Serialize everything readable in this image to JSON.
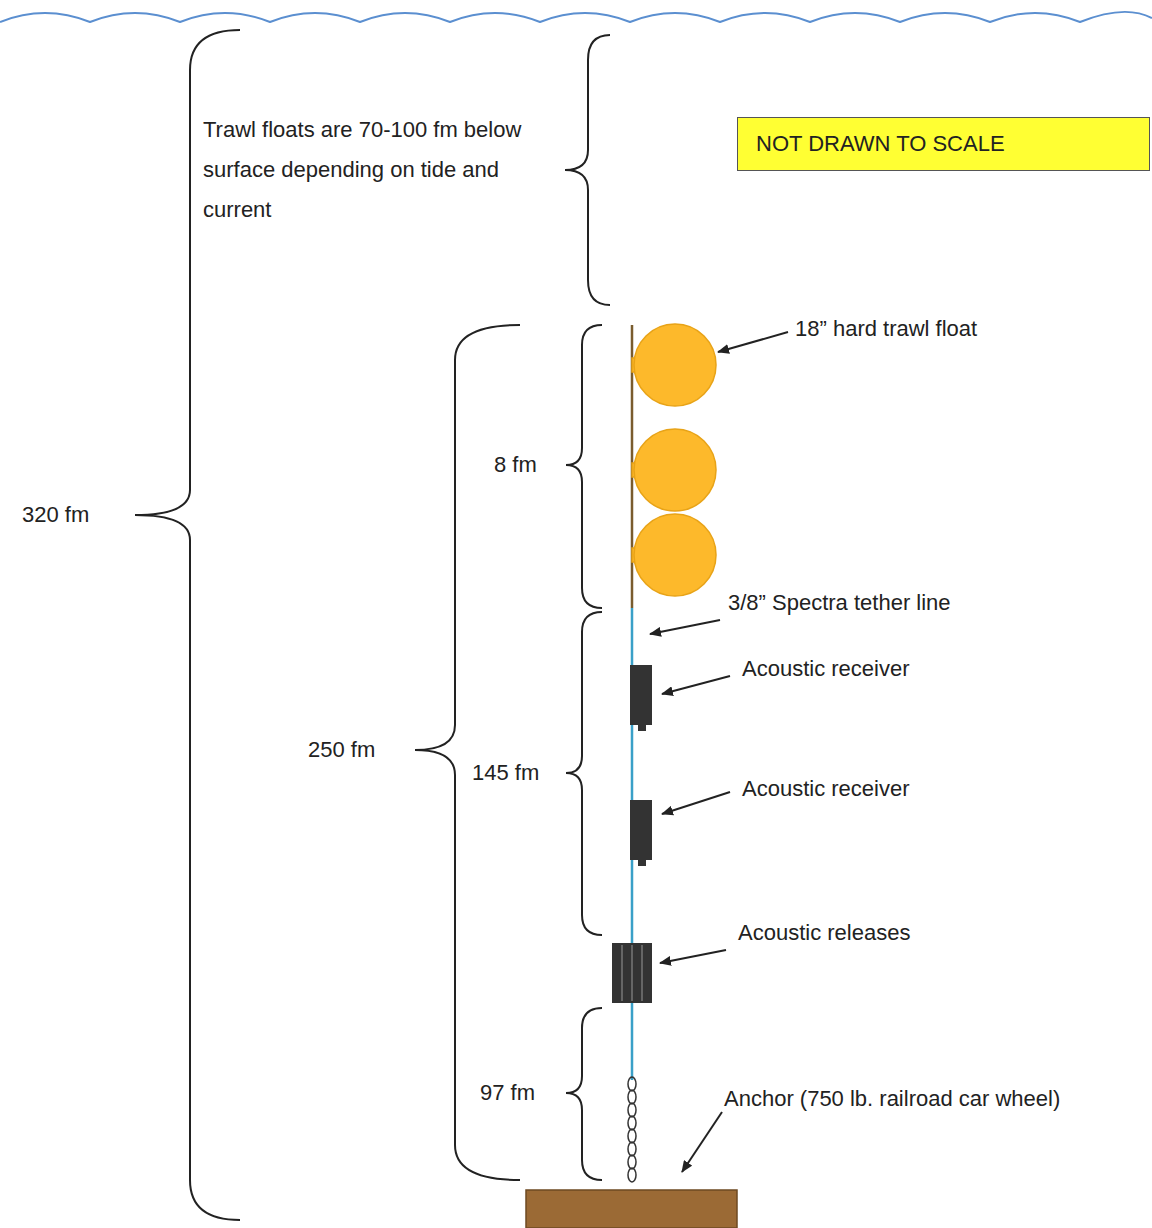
{
  "diagram": {
    "nodes": [
      {
        "text": [
          "NOT DRAWN TO SCALE"
        ]
      }
    ],
    "labels": [
      "Trawl floats are 70-100 fm below surface depending on tide and current",
      "320 fm",
      "250 fm",
      "8 fm",
      "145 fm",
      "97 fm",
      "18” hard trawl float",
      "3/8” Spectra tether line",
      "Acoustic receiver",
      "Acoustic receiver",
      "Acoustic releases",
      "Anchor (750 lb. railroad car wheel)"
    ]
  }
}
